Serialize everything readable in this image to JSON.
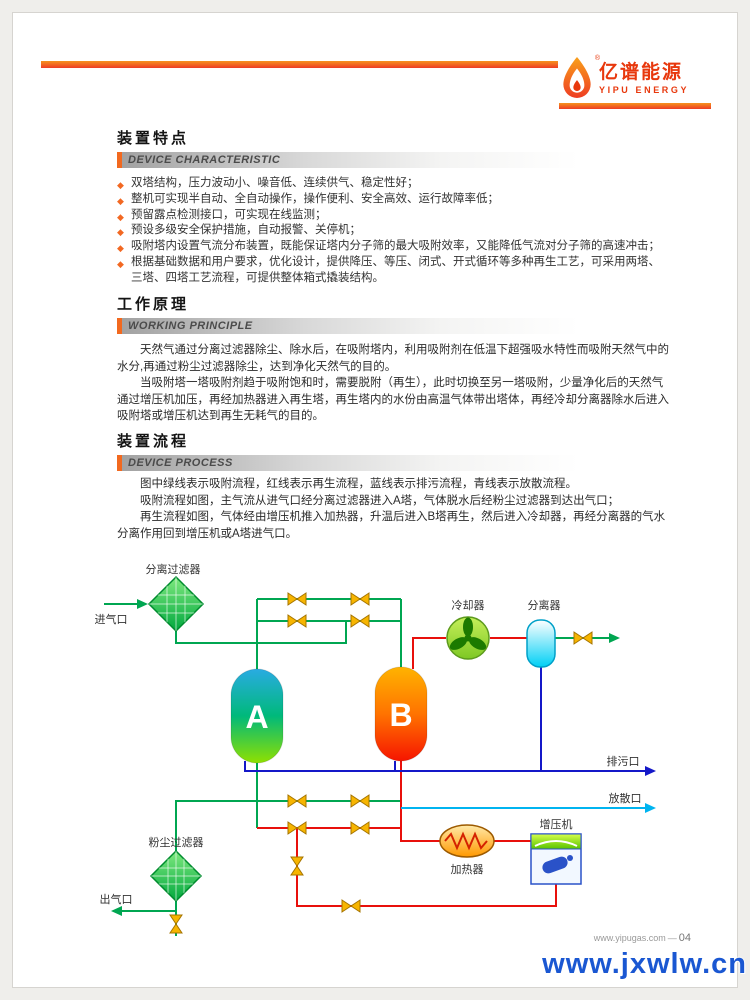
{
  "logo": {
    "name_cn": "亿谱能源",
    "name_en": "YIPU ENERGY",
    "registered": "®"
  },
  "sections": {
    "features": {
      "title_cn": "装置特点",
      "title_en": "DEVICE CHARACTERISTIC",
      "marker": "◆",
      "bullets": [
        "双塔结构，压力波动小、噪音低、连续供气、稳定性好；",
        "整机可实现半自动、全自动操作，操作便利、安全高效、运行故障率低；",
        "预留露点检测接口，可实现在线监测；",
        "预设多级安全保护措施，自动报警、关停机；",
        "吸附塔内设置气流分布装置，既能保证塔内分子筛的最大吸附效率，又能降低气流对分子筛的高速冲击；",
        "根据基础数据和用户要求，优化设计，提供降压、等压、闭式、开式循环等多种再生工艺，可采用两塔、三塔、四塔工艺流程，可提供整体箱式撬装结构。"
      ]
    },
    "principle": {
      "title_cn": "工作原理",
      "title_en": "WORKING PRINCIPLE",
      "paragraphs": [
        "天然气通过分离过滤器除尘、除水后，在吸附塔内，利用吸附剂在低温下超强吸水特性而吸附天然气中的水分,再通过粉尘过滤器除尘，达到净化天然气的目的。",
        "当吸附塔一塔吸附剂趋于吸附饱和时，需要脱附（再生），此时切换至另一塔吸附，少量净化后的天然气通过增压机加压，再经加热器进入再生塔，再生塔内的水份由高温气体带出塔体，再经冷却分离器除水后进入吸附塔或增压机达到再生无耗气的目的。"
      ]
    },
    "process": {
      "title_cn": "装置流程",
      "title_en": "DEVICE PROCESS",
      "paragraphs": [
        "图中绿线表示吸附流程，红线表示再生流程，蓝线表示排污流程，青线表示放散流程。",
        "吸附流程如图，主气流从进气口经分离过滤器进入A塔，气体脱水后经粉尘过滤器到达出气口；",
        "再生流程如图，气体经由增压机推入加热器，升温后进入B塔再生，然后进入冷却器，再经分离器的气水分离作用回到增压机或A塔进气口。"
      ]
    }
  },
  "diagram": {
    "labels": {
      "separation_filter": "分离过滤器",
      "gas_inlet": "进气口",
      "cooler": "冷却器",
      "separator": "分离器",
      "tower_a": "A",
      "tower_b": "B",
      "drain_outlet": "排污口",
      "vent_outlet": "放散口",
      "heater": "加热器",
      "booster": "增压机",
      "dust_filter": "粉尘过滤器",
      "gas_outlet": "出气口"
    },
    "colors": {
      "adsorption": "#00a651",
      "regeneration": "#e8100c",
      "drain": "#1418c8",
      "vent": "#00b4f0",
      "valve": "#f7b500"
    }
  },
  "footer": {
    "website": "www.yipugas.com",
    "separator": "—",
    "page_number": "04",
    "watermark": "www.jxwlw.cn"
  }
}
